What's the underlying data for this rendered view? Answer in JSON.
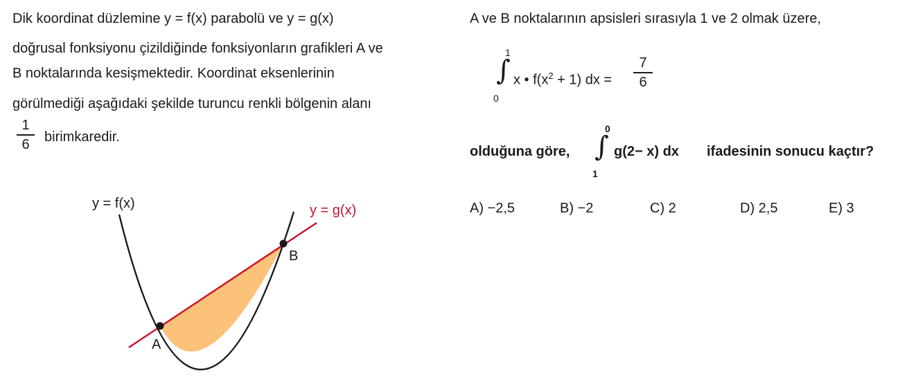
{
  "problem": {
    "lines": [
      "Dik koordinat düzlemine y = f(x) parabolü ve y = g(x)",
      "doğrusal fonksiyonu çizildiğinde fonksiyonların grafikleri A ve",
      "B noktalarında kesişmektedir. Koordinat eksenlerinin",
      "görülmediği aşağıdaki şekilde turuncu renkli bölgenin alanı"
    ],
    "area_num": "1",
    "area_den": "6",
    "area_suffix": "birimkaredir."
  },
  "figure": {
    "f_label": "y = f(x)",
    "g_label": "y = g(x)",
    "point_a": "A",
    "point_b": "B",
    "colors": {
      "line": "#c8102e",
      "region": "#fdc27a",
      "curve": "#1a1a1a"
    }
  },
  "condition": {
    "intro": "A ve B noktalarının apsisleri sırasıyla 1 ve 2 olmak üzere,",
    "int_upper": "1",
    "int_lower": "0",
    "int_body_pre": "x • f(x",
    "int_body_exp": "2",
    "int_body_post": "+ 1) dx =",
    "result_num": "7",
    "result_den": "6"
  },
  "question": {
    "prefix": "olduğuna göre,",
    "int_upper": "0",
    "int_lower": "1",
    "int_body": "g(2− x) dx",
    "suffix": "ifadesinin sonucu kaçtır?"
  },
  "options": [
    {
      "label": "A) −2,5"
    },
    {
      "label": "B) −2"
    },
    {
      "label": "C) 2"
    },
    {
      "label": "D) 2,5"
    },
    {
      "label": "E) 3"
    }
  ]
}
